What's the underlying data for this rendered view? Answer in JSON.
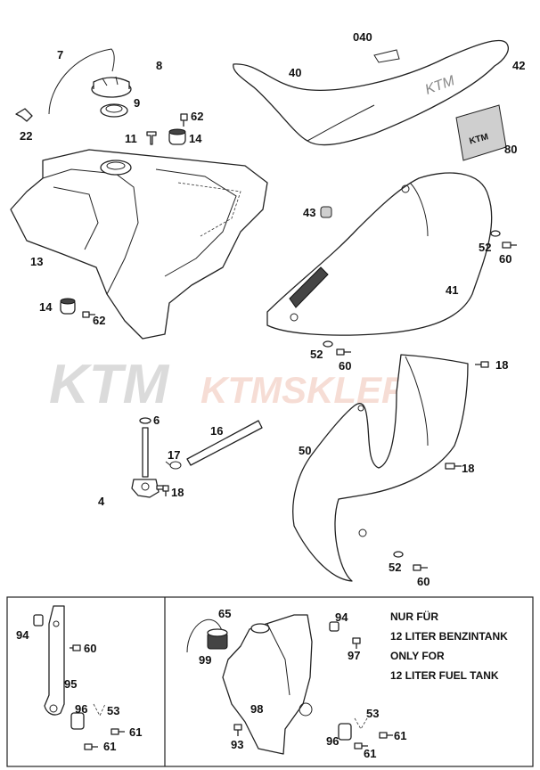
{
  "watermark": {
    "brand": "KTM",
    "shop": "KTMSKLEP.PL"
  },
  "labels": {
    "p7": "7",
    "p8": "8",
    "p9": "9",
    "p22": "22",
    "p11": "11",
    "p62a": "62",
    "p14a": "14",
    "p040": "040",
    "p40": "40",
    "p42": "42",
    "p80": "80",
    "p13": "13",
    "p43": "43",
    "p52a": "52",
    "p60a": "60",
    "p41": "41",
    "p14b": "14",
    "p62b": "62",
    "p52b": "52",
    "p60b": "60",
    "p18a": "18",
    "p6": "6",
    "p16": "16",
    "p17": "17",
    "p50": "50",
    "p18b": "18",
    "p4": "4",
    "p18c": "18",
    "p52c": "52",
    "p60c": "60",
    "b94a": "94",
    "b60": "60",
    "b95": "95",
    "b96a": "96",
    "b53a": "53",
    "b61a": "61",
    "b61b": "61",
    "b65": "65",
    "b99": "99",
    "b94b": "94",
    "b97": "97",
    "b98": "98",
    "b93": "93",
    "b53b": "53",
    "b96b": "96",
    "b61c": "61",
    "b61d": "61"
  },
  "note": {
    "line1": "NUR FÜR",
    "line2": "12 LITER BENZINTANK",
    "line3": "ONLY FOR",
    "line4": "12 LITER FUEL TANK"
  }
}
